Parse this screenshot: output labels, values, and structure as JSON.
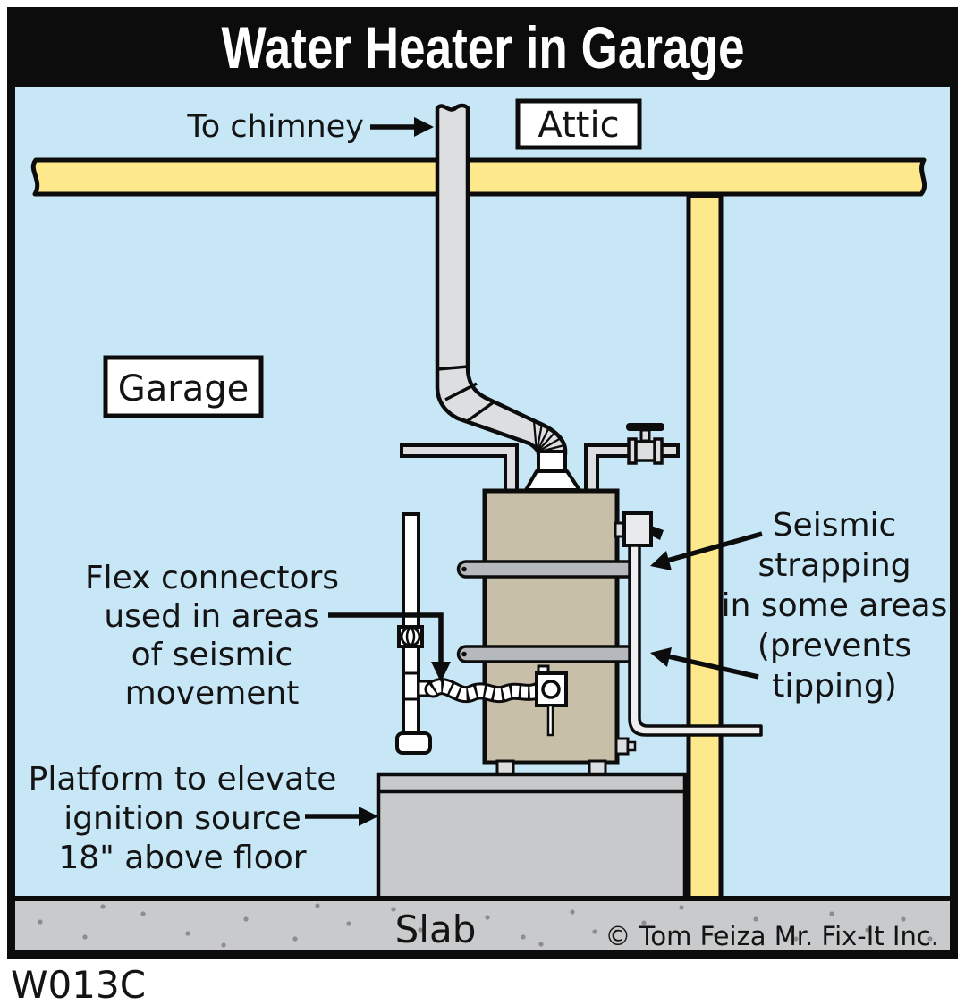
{
  "title": "Water Heater in Garage",
  "drawing_code": "W013C",
  "copyright": "© Tom Feiza Mr. Fix-It Inc.",
  "rooms": {
    "attic": "Attic",
    "garage": "Garage",
    "slab": "Slab"
  },
  "annotations": {
    "to_chimney": "To chimney",
    "flex": {
      "lines": [
        "Flex connectors",
        "used in areas",
        "of seismic",
        "movement"
      ]
    },
    "seismic": {
      "lines": [
        "Seismic",
        "strapping",
        "in some areas",
        "(prevents",
        "tipping)"
      ]
    },
    "platform": {
      "lines": [
        "Platform to elevate",
        "ignition source",
        "18\" above floor"
      ]
    }
  },
  "colors": {
    "frame_black": "#0c0c0c",
    "background_blue": "#c7e6f6",
    "wood_yellow": "#fde98c",
    "vent_gray": "#dcdee0",
    "tank_tan": "#c7bfa7",
    "strap_gray": "#b5b8bd",
    "concrete_gray": "#c9cacc",
    "title_text": "#ffffff"
  }
}
